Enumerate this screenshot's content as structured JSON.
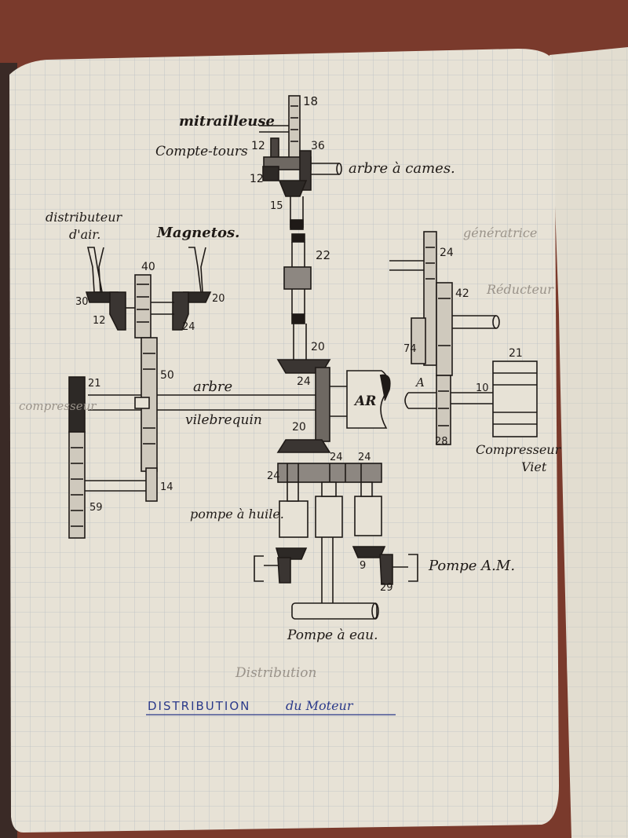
{
  "title": {
    "caps": "DISTRIBUTION",
    "tail": "du Moteur"
  },
  "faint_note": "Distribution",
  "labels": {
    "mitrailleuse": "mitrailleuse",
    "compte_tours": "Compte-tours",
    "arbre_a_cames": "arbre à cames.",
    "distributeur_1": "distributeur",
    "distributeur_2": "d'air.",
    "magnetos": "Magnetos.",
    "generatrice": "génératrice",
    "reducteur": "Réducteur",
    "compresseur_faint": "compresseur",
    "arbre": "arbre",
    "vilebrequin": "vilebrequin",
    "ar": "AR",
    "a_mark": "A",
    "compresseur_viet_1": "Compresseur",
    "compresseur_viet_2": "Viet",
    "pompe_huile": "pompe à huile.",
    "pompe_am": "Pompe A.M.",
    "pompe_eau": "Pompe à eau."
  },
  "gear_numbers": {
    "n18": "18",
    "n12a": "12",
    "n36": "36",
    "n12b": "12",
    "n15": "15",
    "n22": "22",
    "n20a": "20",
    "n24a": "24",
    "n20b": "20",
    "n40": "40",
    "n30": "30",
    "n12c": "12",
    "n20c": "20",
    "n24b": "24",
    "n21a": "21",
    "n50": "50",
    "n59": "59",
    "n14": "14",
    "n24c": "24",
    "n42": "42",
    "n74": "74",
    "n21b": "21",
    "n10": "10",
    "n28": "28",
    "n24d": "24",
    "n24e": "24",
    "n24f": "24",
    "n9": "9",
    "n29": "29"
  }
}
